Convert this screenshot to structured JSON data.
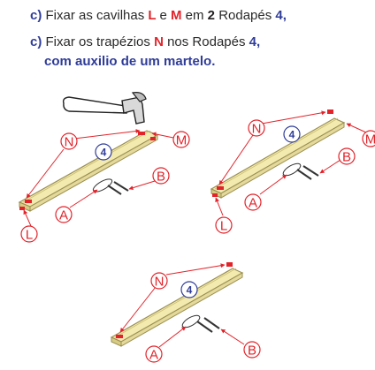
{
  "instructions": [
    {
      "letter": "c)",
      "text_a": "Fixar as cavilhas",
      "part_l": "L",
      "text_b": "e",
      "part_m": "M",
      "text_c": "em",
      "count": "2",
      "text_d": "Rodapés",
      "board": "4,"
    },
    {
      "letter": "c)",
      "text_a": "Fixar os trapézios",
      "part_n": "N",
      "text_b": "nos Rodapés",
      "board": "4,",
      "continuation": "com auxilio de um martelo."
    }
  ],
  "figures": {
    "callout_n": "N",
    "callout_m": "M",
    "callout_l": "L",
    "callout_a": "A",
    "callout_b": "B",
    "board_number": "4"
  },
  "colors": {
    "accent_red": "#e2232a",
    "accent_blue": "#2f3c98",
    "board_fill": "#f3eab0",
    "board_edge": "#9a8f52"
  },
  "icons": [
    "hammer-icon",
    "dowel-icon",
    "trapezoid-icon"
  ]
}
